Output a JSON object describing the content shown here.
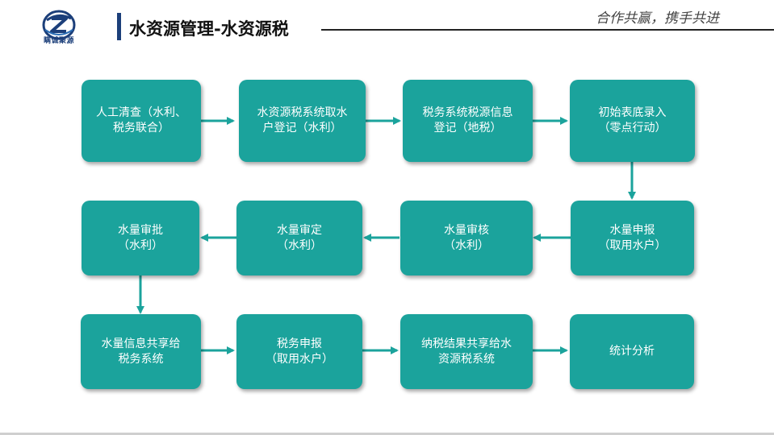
{
  "header": {
    "title": "水资源管理-水资源税",
    "slogan": "合作共赢，携手共进",
    "logo_text": "瞒诚聚源"
  },
  "colors": {
    "box": "#1ba39c",
    "accent": "#1c3f7a",
    "arrow": "#1ba39c"
  },
  "flow": {
    "row1": [
      {
        "line1": "人工清查（水利、",
        "line2": "税务联合）"
      },
      {
        "line1": "水资源税系统取水",
        "line2": "户登记（水利）"
      },
      {
        "line1": "税务系统税源信息",
        "line2": "登记（地税）"
      },
      {
        "line1": "初始表底录入",
        "line2": "（零点行动）"
      }
    ],
    "row2": [
      {
        "line1": "水量审批",
        "line2": "（水利）"
      },
      {
        "line1": "水量审定",
        "line2": "（水利）"
      },
      {
        "line1": "水量审核",
        "line2": "（水利）"
      },
      {
        "line1": "水量申报",
        "line2": "（取用水户）"
      }
    ],
    "row3": [
      {
        "line1": "水量信息共享给",
        "line2": "税务系统"
      },
      {
        "line1": "税务申报",
        "line2": "（取用水户）"
      },
      {
        "line1": "纳税结果共享给水",
        "line2": "资源税系统"
      },
      {
        "line1": "统计分析",
        "line2": ""
      }
    ]
  }
}
